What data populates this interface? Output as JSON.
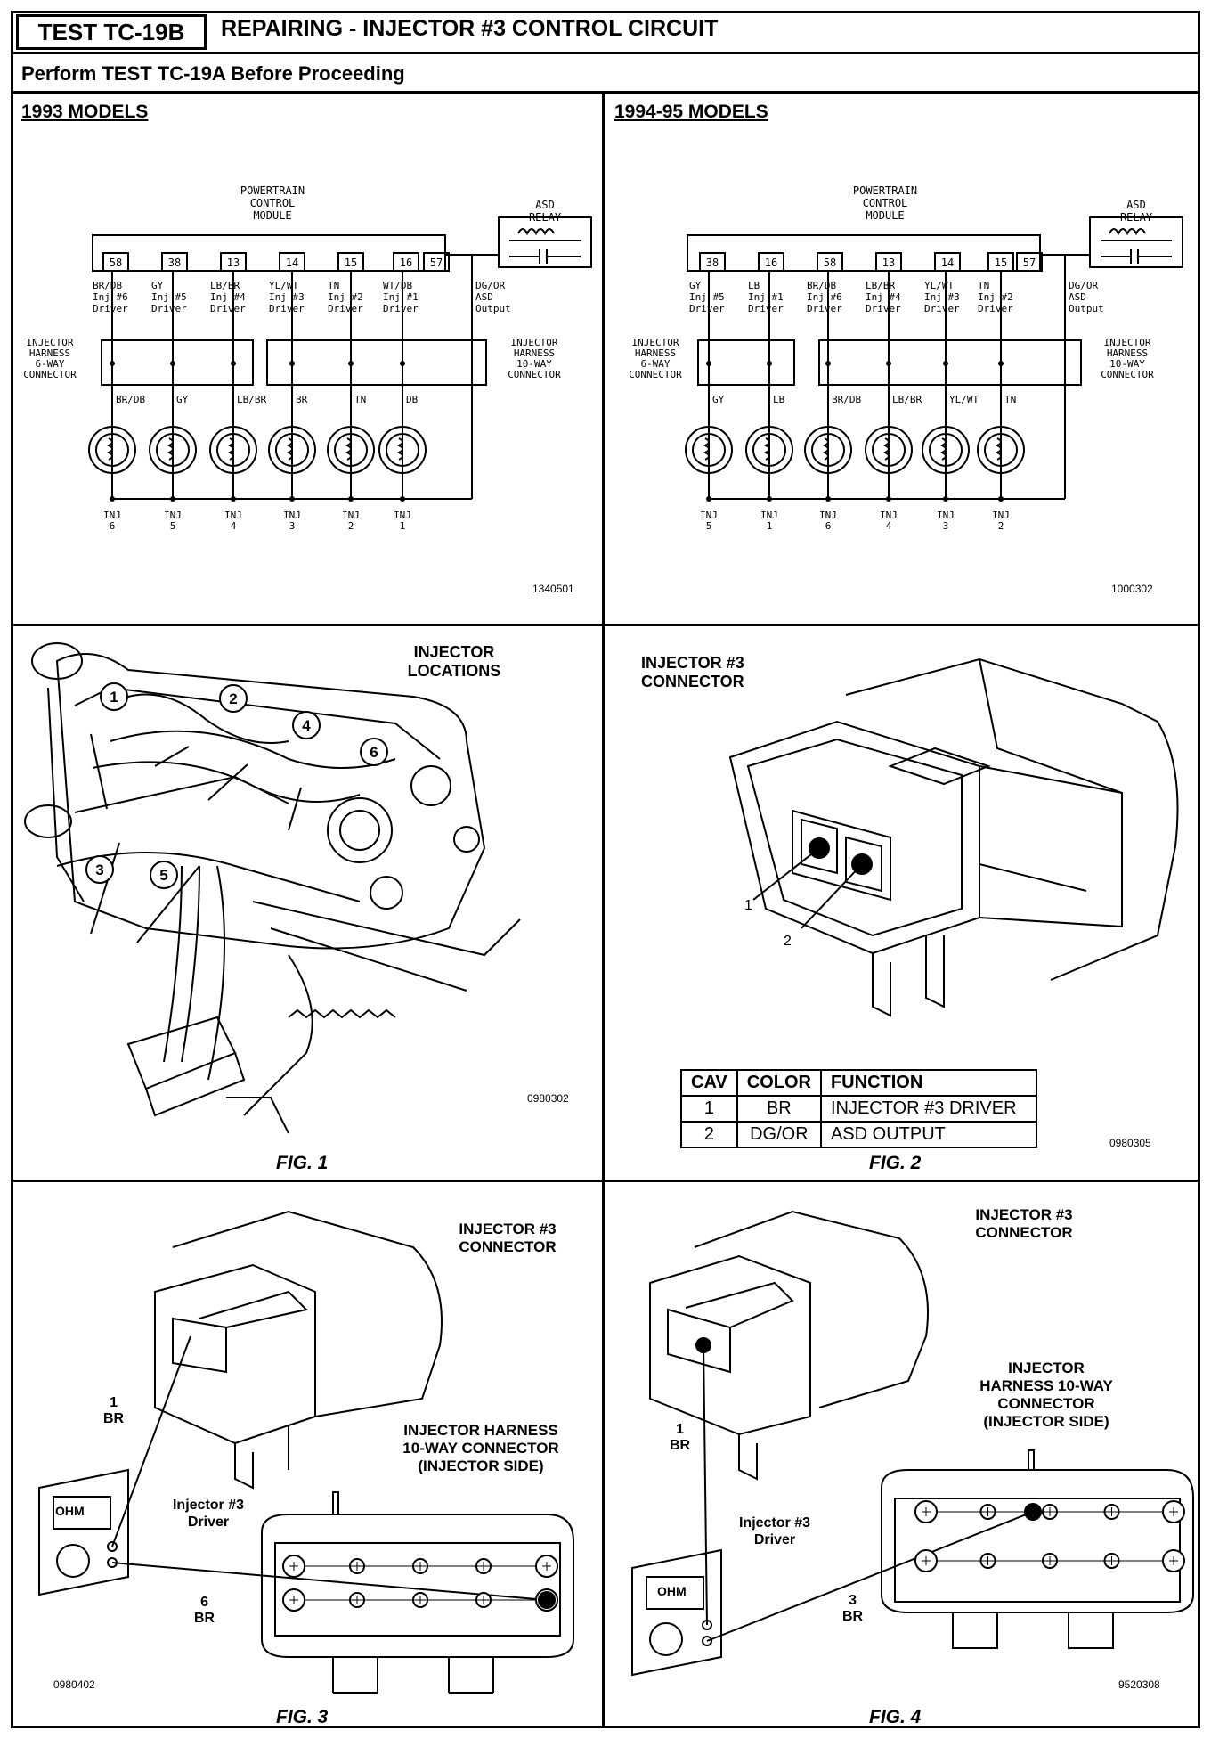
{
  "header": {
    "test_id": "TEST TC-19B",
    "title": "REPAIRING - INJECTOR #3 CONTROL CIRCUIT",
    "subtitle": "Perform TEST TC-19A Before Proceeding"
  },
  "panel_1993": {
    "heading": "1993 MODELS",
    "pcm": [
      "POWERTRAIN",
      "CONTROL",
      "MODULE"
    ],
    "asd": [
      "ASD",
      "RELAY"
    ],
    "pins": [
      "58",
      "38",
      "13",
      "14",
      "15",
      "16",
      "57"
    ],
    "wires": [
      [
        "BR/DB",
        "Inj #6",
        "Driver"
      ],
      [
        "GY",
        "Inj #5",
        "Driver"
      ],
      [
        "LB/BR",
        "Inj #4",
        "Driver"
      ],
      [
        "YL/WT",
        "Inj #3",
        "Driver"
      ],
      [
        "TN",
        "Inj #2",
        "Driver"
      ],
      [
        "WT/DB",
        "Inj #1",
        "Driver"
      ],
      [
        "DG/OR",
        "ASD",
        "Output"
      ]
    ],
    "left_conn": [
      "INJECTOR",
      "HARNESS",
      "6-WAY",
      "CONNECTOR"
    ],
    "right_conn": [
      "INJECTOR",
      "HARNESS",
      "10-WAY",
      "CONNECTOR"
    ],
    "inj_colors": [
      "BR/DB",
      "GY",
      "LB/BR",
      "BR",
      "TN",
      "DB"
    ],
    "inj_labels": [
      "6",
      "5",
      "4",
      "3",
      "2",
      "1"
    ],
    "inj_word": "INJ",
    "ref": "1340501"
  },
  "panel_1994": {
    "heading": "1994-95 MODELS",
    "pcm": [
      "POWERTRAIN",
      "CONTROL",
      "MODULE"
    ],
    "asd": [
      "ASD",
      "RELAY"
    ],
    "pins": [
      "38",
      "16",
      "58",
      "13",
      "14",
      "15",
      "57"
    ],
    "wires": [
      [
        "GY",
        "Inj #5",
        "Driver"
      ],
      [
        "LB",
        "Inj #1",
        "Driver"
      ],
      [
        "BR/DB",
        "Inj #6",
        "Driver"
      ],
      [
        "LB/BR",
        "Inj #4",
        "Driver"
      ],
      [
        "YL/WT",
        "Inj #3",
        "Driver"
      ],
      [
        "TN",
        "Inj #2",
        "Driver"
      ],
      [
        "DG/OR",
        "ASD",
        "Output"
      ]
    ],
    "left_conn": [
      "INJECTOR",
      "HARNESS",
      "6-WAY",
      "CONNECTOR"
    ],
    "right_conn": [
      "INJECTOR",
      "HARNESS",
      "10-WAY",
      "CONNECTOR"
    ],
    "inj_colors": [
      "GY",
      "LB",
      "BR/DB",
      "LB/BR",
      "YL/WT",
      "TN"
    ],
    "inj_labels": [
      "5",
      "1",
      "6",
      "4",
      "3",
      "2"
    ],
    "inj_word": "INJ",
    "ref": "1000302"
  },
  "fig1": {
    "title": [
      "INJECTOR",
      "LOCATIONS"
    ],
    "callouts": [
      "1",
      "2",
      "3",
      "4",
      "5",
      "6"
    ],
    "ref": "0980302",
    "caption": "FIG. 1"
  },
  "fig2": {
    "title": [
      "INJECTOR #3",
      "CONNECTOR"
    ],
    "callouts": [
      "1",
      "2"
    ],
    "table": {
      "headers": [
        "CAV",
        "COLOR",
        "FUNCTION"
      ],
      "rows": [
        [
          "1",
          "BR",
          "INJECTOR #3 DRIVER"
        ],
        [
          "2",
          "DG/OR",
          "ASD OUTPUT"
        ]
      ]
    },
    "ref": "0980305",
    "caption": "FIG. 2"
  },
  "fig3": {
    "title": [
      "INJECTOR #3",
      "CONNECTOR"
    ],
    "cavity_label": [
      "1",
      "BR"
    ],
    "harness_label": [
      "INJECTOR HARNESS",
      "10-WAY CONNECTOR",
      "(INJECTOR SIDE)"
    ],
    "driver_label": [
      "Injector #3",
      "Driver"
    ],
    "pin_label": [
      "6",
      "BR"
    ],
    "meter": "OHM",
    "ref": "0980402",
    "caption": "FIG. 3"
  },
  "fig4": {
    "title": [
      "INJECTOR #3",
      "CONNECTOR"
    ],
    "harness_label": [
      "INJECTOR",
      "HARNESS 10-WAY",
      "CONNECTOR",
      "(INJECTOR SIDE)"
    ],
    "cavity_label": [
      "1",
      "BR"
    ],
    "driver_label": [
      "Injector #3",
      "Driver"
    ],
    "pin_label": [
      "3",
      "BR"
    ],
    "meter": "OHM",
    "ref": "9520308",
    "caption": "FIG. 4"
  }
}
